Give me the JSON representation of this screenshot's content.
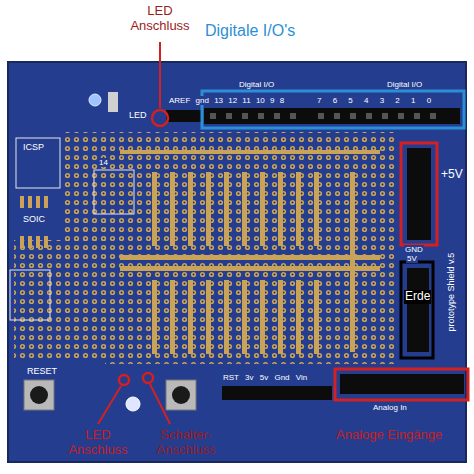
{
  "diagram": {
    "labels": [
      "LED Anschluss",
      "Digitale I/O's",
      "+5V",
      "Erde",
      "Analoge Eingänge",
      "LED Anschluss",
      "Schalter- Anschluss",
      "Digital I/O",
      "Digital I/O",
      "AREF gnd 13 12 11 10 9 8",
      "7 6 5 4 3 2 1 0",
      "ICSP",
      "SOIC",
      "RESET",
      "GND",
      "5V",
      "RST 3v 5v Gnd Vin",
      "Analog In",
      "prototype Shield v.5",
      "LED",
      "14"
    ]
  }
}
